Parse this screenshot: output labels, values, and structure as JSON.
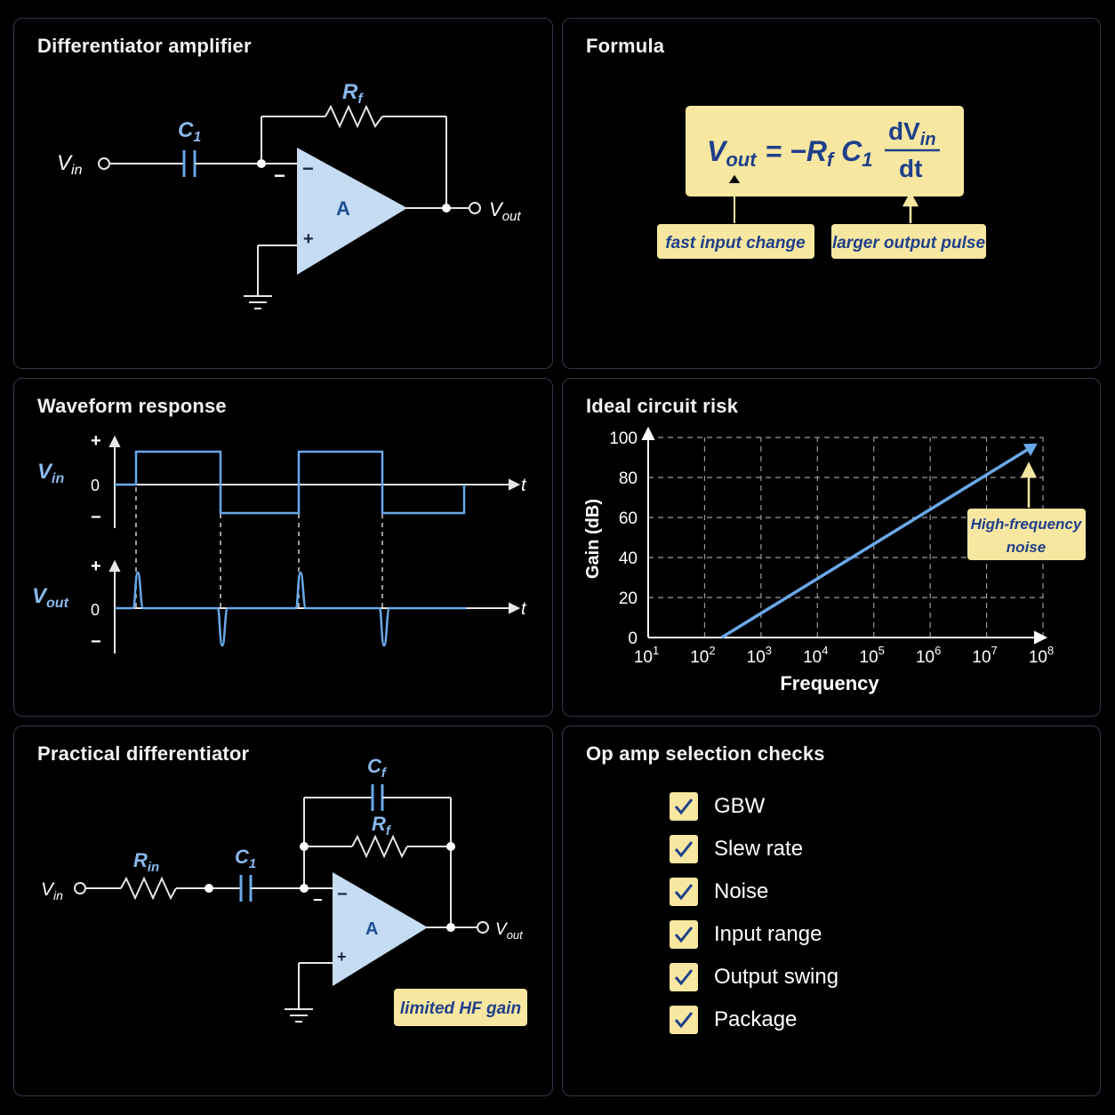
{
  "panels": {
    "differentiator": {
      "title": "Differentiator amplifier",
      "vin": "V",
      "vin_sub": "in",
      "c1": "C",
      "c1_sub": "1",
      "rf": "R",
      "rf_sub": "f",
      "amp": "A",
      "minus": "−",
      "plus": "+",
      "vout": "V",
      "vout_sub": "out"
    },
    "formula": {
      "title": "Formula",
      "lhs": "V",
      "lhs_sub": "out",
      "equals": "= −R",
      "rf_sub": "f",
      "c": " C",
      "c_sub": "1",
      "num": "dV",
      "num_sub": "in",
      "den": "dt",
      "note_left": "fast input change",
      "note_right": "larger output pulse"
    },
    "waveform": {
      "title": "Waveform response",
      "vin": "V",
      "vin_sub": "in",
      "vout": "V",
      "vout_sub": "out",
      "plus": "+",
      "zero": "0",
      "minus": "−",
      "t": "t"
    },
    "ideal_risk": {
      "title": "Ideal circuit risk",
      "note_line1": "High-frequency",
      "note_line2": "noise"
    },
    "practical": {
      "title": "Practical differentiator",
      "vin": "V",
      "vin_sub": "in",
      "rin": "R",
      "rin_sub": "in",
      "c1": "C",
      "c1_sub": "1",
      "cf": "C",
      "cf_sub": "f",
      "rf": "R",
      "rf_sub": "f",
      "amp": "A",
      "minus": "−",
      "plus": "+",
      "vout": "V",
      "vout_sub": "out",
      "note": "limited HF gain"
    },
    "checks": {
      "title": "Op amp selection checks",
      "items": [
        "GBW",
        "Slew rate",
        "Noise",
        "Input range",
        "Output swing",
        "Package"
      ]
    }
  },
  "chart_data": {
    "type": "line",
    "xlabel": "Frequency",
    "ylabel": "Gain (dB)",
    "xscale": "log",
    "xlim": [
      10,
      100000000
    ],
    "ylim": [
      0,
      100
    ],
    "x_ticks": [
      {
        "base": "10",
        "exp": "1"
      },
      {
        "base": "10",
        "exp": "2"
      },
      {
        "base": "10",
        "exp": "3"
      },
      {
        "base": "10",
        "exp": "4"
      },
      {
        "base": "10",
        "exp": "5"
      },
      {
        "base": "10",
        "exp": "6"
      },
      {
        "base": "10",
        "exp": "7"
      },
      {
        "base": "10",
        "exp": "8"
      }
    ],
    "y_ticks": [
      "0",
      "20",
      "40",
      "60",
      "80",
      "100"
    ],
    "grid": true,
    "series": [
      {
        "x": [
          200,
          80000000
        ],
        "y": [
          0,
          97
        ]
      }
    ],
    "colors": {
      "line": "#6aa8ea",
      "grid": "#9a9a9a"
    }
  },
  "colors": {
    "wire": "#e6e6e6",
    "accent": "#6aa8ea",
    "opamp": "#c6dcf2",
    "note_bg": "#f7e7a1",
    "note_text": "#1f3f8a",
    "panel_border": "#2e3a4c"
  }
}
